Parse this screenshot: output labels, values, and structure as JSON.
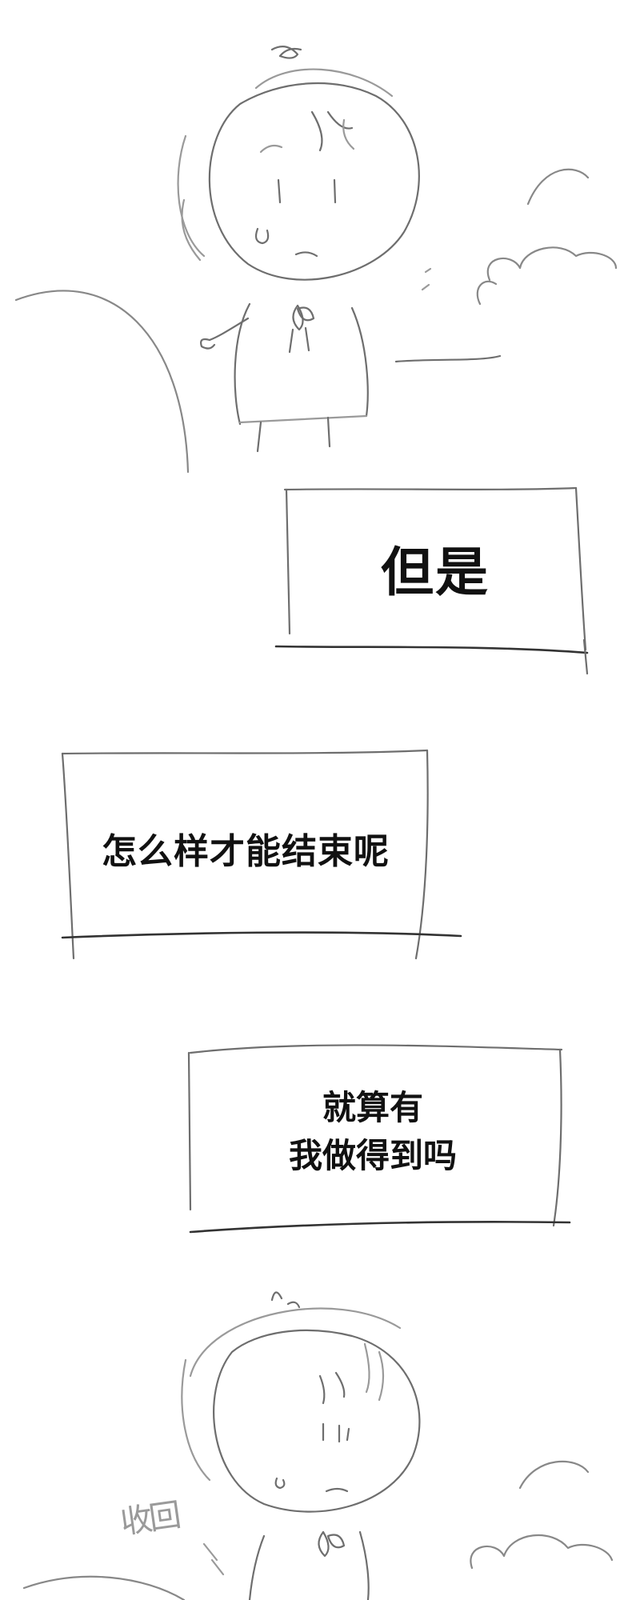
{
  "captions": {
    "box1": "但是",
    "box2": "怎么样才能结束呢",
    "box3_line1": "就算有",
    "box3_line2": "我做得到吗"
  },
  "sketch_note": "收回"
}
